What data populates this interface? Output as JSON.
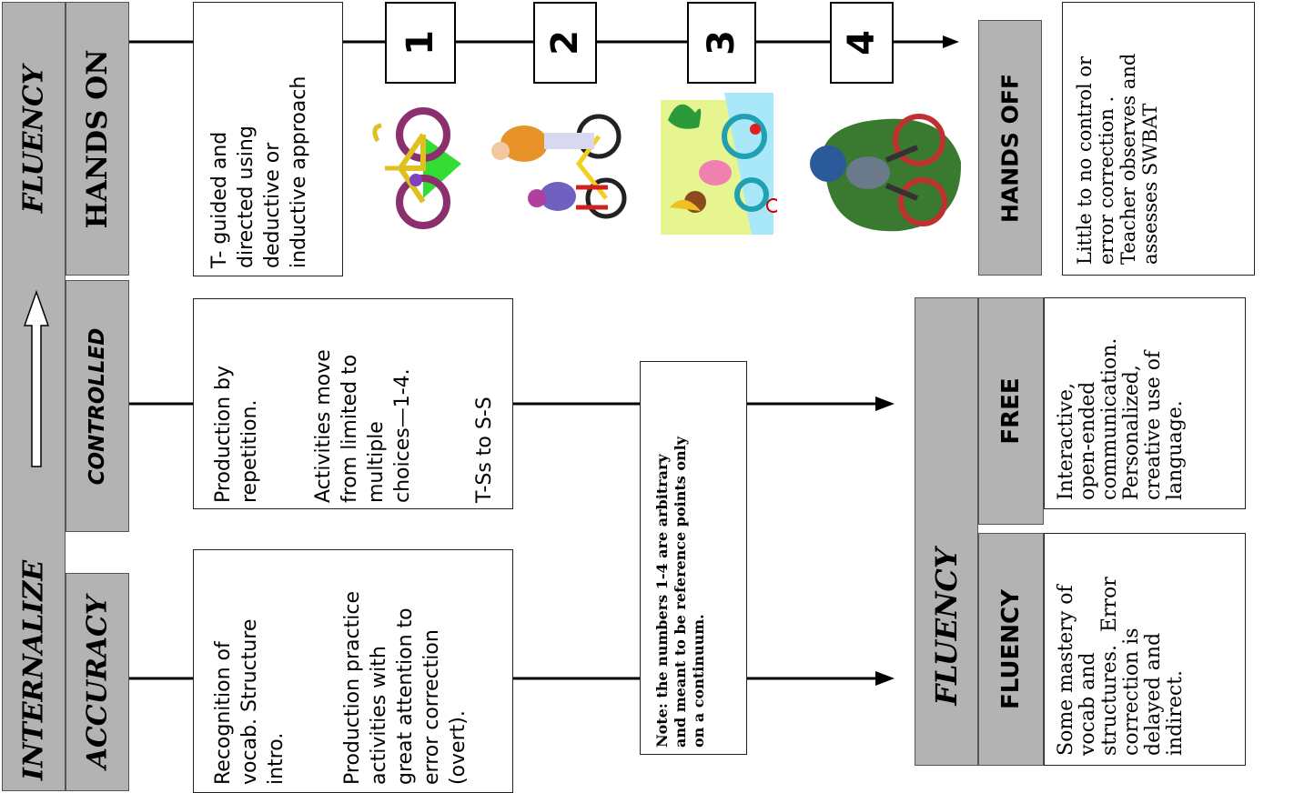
{
  "left_bar": {
    "internalize": "INTERNALIZE",
    "fluency": "FLUENCY"
  },
  "stages": {
    "accuracy": "ACCURACY",
    "controlled": "CONTROLLED",
    "hands_on": "HANDS ON"
  },
  "descriptions": {
    "accuracy_p1": "Recognition of\nvocab. Structure\nintro.",
    "accuracy_p2": "Production practice\nactivities with\ngreat attention to\nerror correction\n(overt).",
    "controlled_p1": "Production by\nrepetition.",
    "controlled_p2": "Activities move\nfrom limited to\nmultiple\nchoices—1-4.",
    "controlled_p3": "T-Ss to S-S",
    "hands_on": "T- guided and\ndirected using\ndeductive or\ninductive approach"
  },
  "numbers": [
    "1",
    "2",
    "3",
    "4"
  ],
  "note": "Note: the numbers 1-4 are arbitrary\nand meant to be reference points only\non a continuum.",
  "outcomes": {
    "fluency_group": "FLUENCY",
    "fluency": "FLUENCY",
    "fluency_desc": "Some mastery of\nvocab and\nstructures.  Error\ncorrection is\ndelayed and\nindirect.",
    "free": "FREE",
    "free_desc": "Interactive,\nopen-ended\ncommunication.\nPersonalized,\ncreative use of\nlanguage.",
    "hands_off": "HANDS OFF",
    "hands_off_desc": "Little to no control or\nerror correction .\nTeacher observes and\nassesses SWBAT"
  },
  "colors": {
    "gray": "#b3b3b3",
    "line": "#000000"
  },
  "icons": [
    "bicycle-icon",
    "parent-child-bicycle-icon",
    "child-training-wheels-icon",
    "boy-riding-bicycle-icon"
  ]
}
